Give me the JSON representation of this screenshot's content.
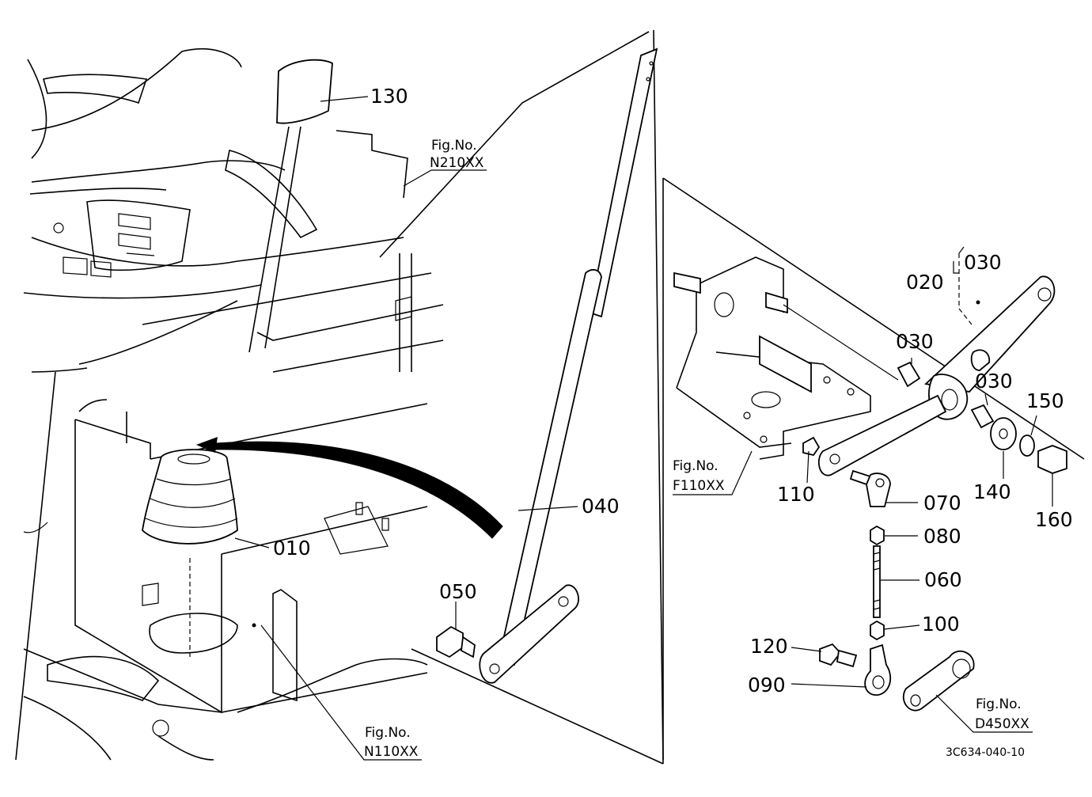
{
  "callouts": {
    "p010": "010",
    "p020": "020",
    "p030a": "030",
    "p030b": "030",
    "p030c": "030",
    "p040": "040",
    "p050": "050",
    "p060": "060",
    "p070": "070",
    "p080": "080",
    "p090": "090",
    "p100": "100",
    "p110": "110",
    "p120": "120",
    "p130": "130",
    "p140": "140",
    "p150": "150",
    "p160": "160"
  },
  "figure_refs": {
    "n210": {
      "title": "Fig.No.",
      "code": "N210XX"
    },
    "n110": {
      "title": "Fig.No.",
      "code": "N110XX"
    },
    "f110": {
      "title": "Fig.No.",
      "code": "F110XX"
    },
    "d450": {
      "title": "Fig.No.",
      "code": "D450XX"
    }
  },
  "drawing_code": "3C634-040-10"
}
